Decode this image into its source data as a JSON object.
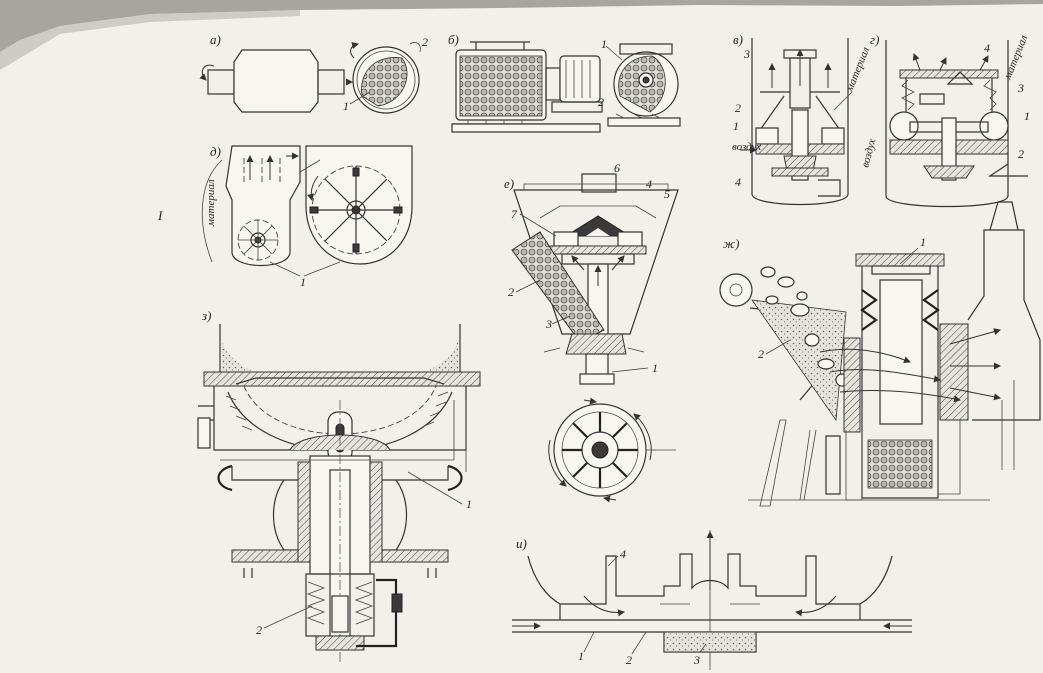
{
  "labels": {
    "a": "а)",
    "b": "б)",
    "v": "в)",
    "g": "г)",
    "d": "д)",
    "e": "е)",
    "zh": "ж)",
    "z": "з)",
    "i": "и)"
  },
  "words": {
    "material": "материал",
    "air": "воздух"
  },
  "stray_mark": "I",
  "numbers": {
    "a": [
      "2",
      "1"
    ],
    "b": [
      "1",
      "2"
    ],
    "v": [
      "3",
      "2",
      "1",
      "4"
    ],
    "g": [
      "4",
      "3",
      "1",
      "2"
    ],
    "d": [
      "1"
    ],
    "e": [
      "6",
      "4",
      "5",
      "7",
      "2",
      "3",
      "1"
    ],
    "zh": [
      "1",
      "2"
    ],
    "z": [
      "1",
      "2"
    ],
    "i": [
      "4",
      "1",
      "2",
      "3"
    ]
  }
}
